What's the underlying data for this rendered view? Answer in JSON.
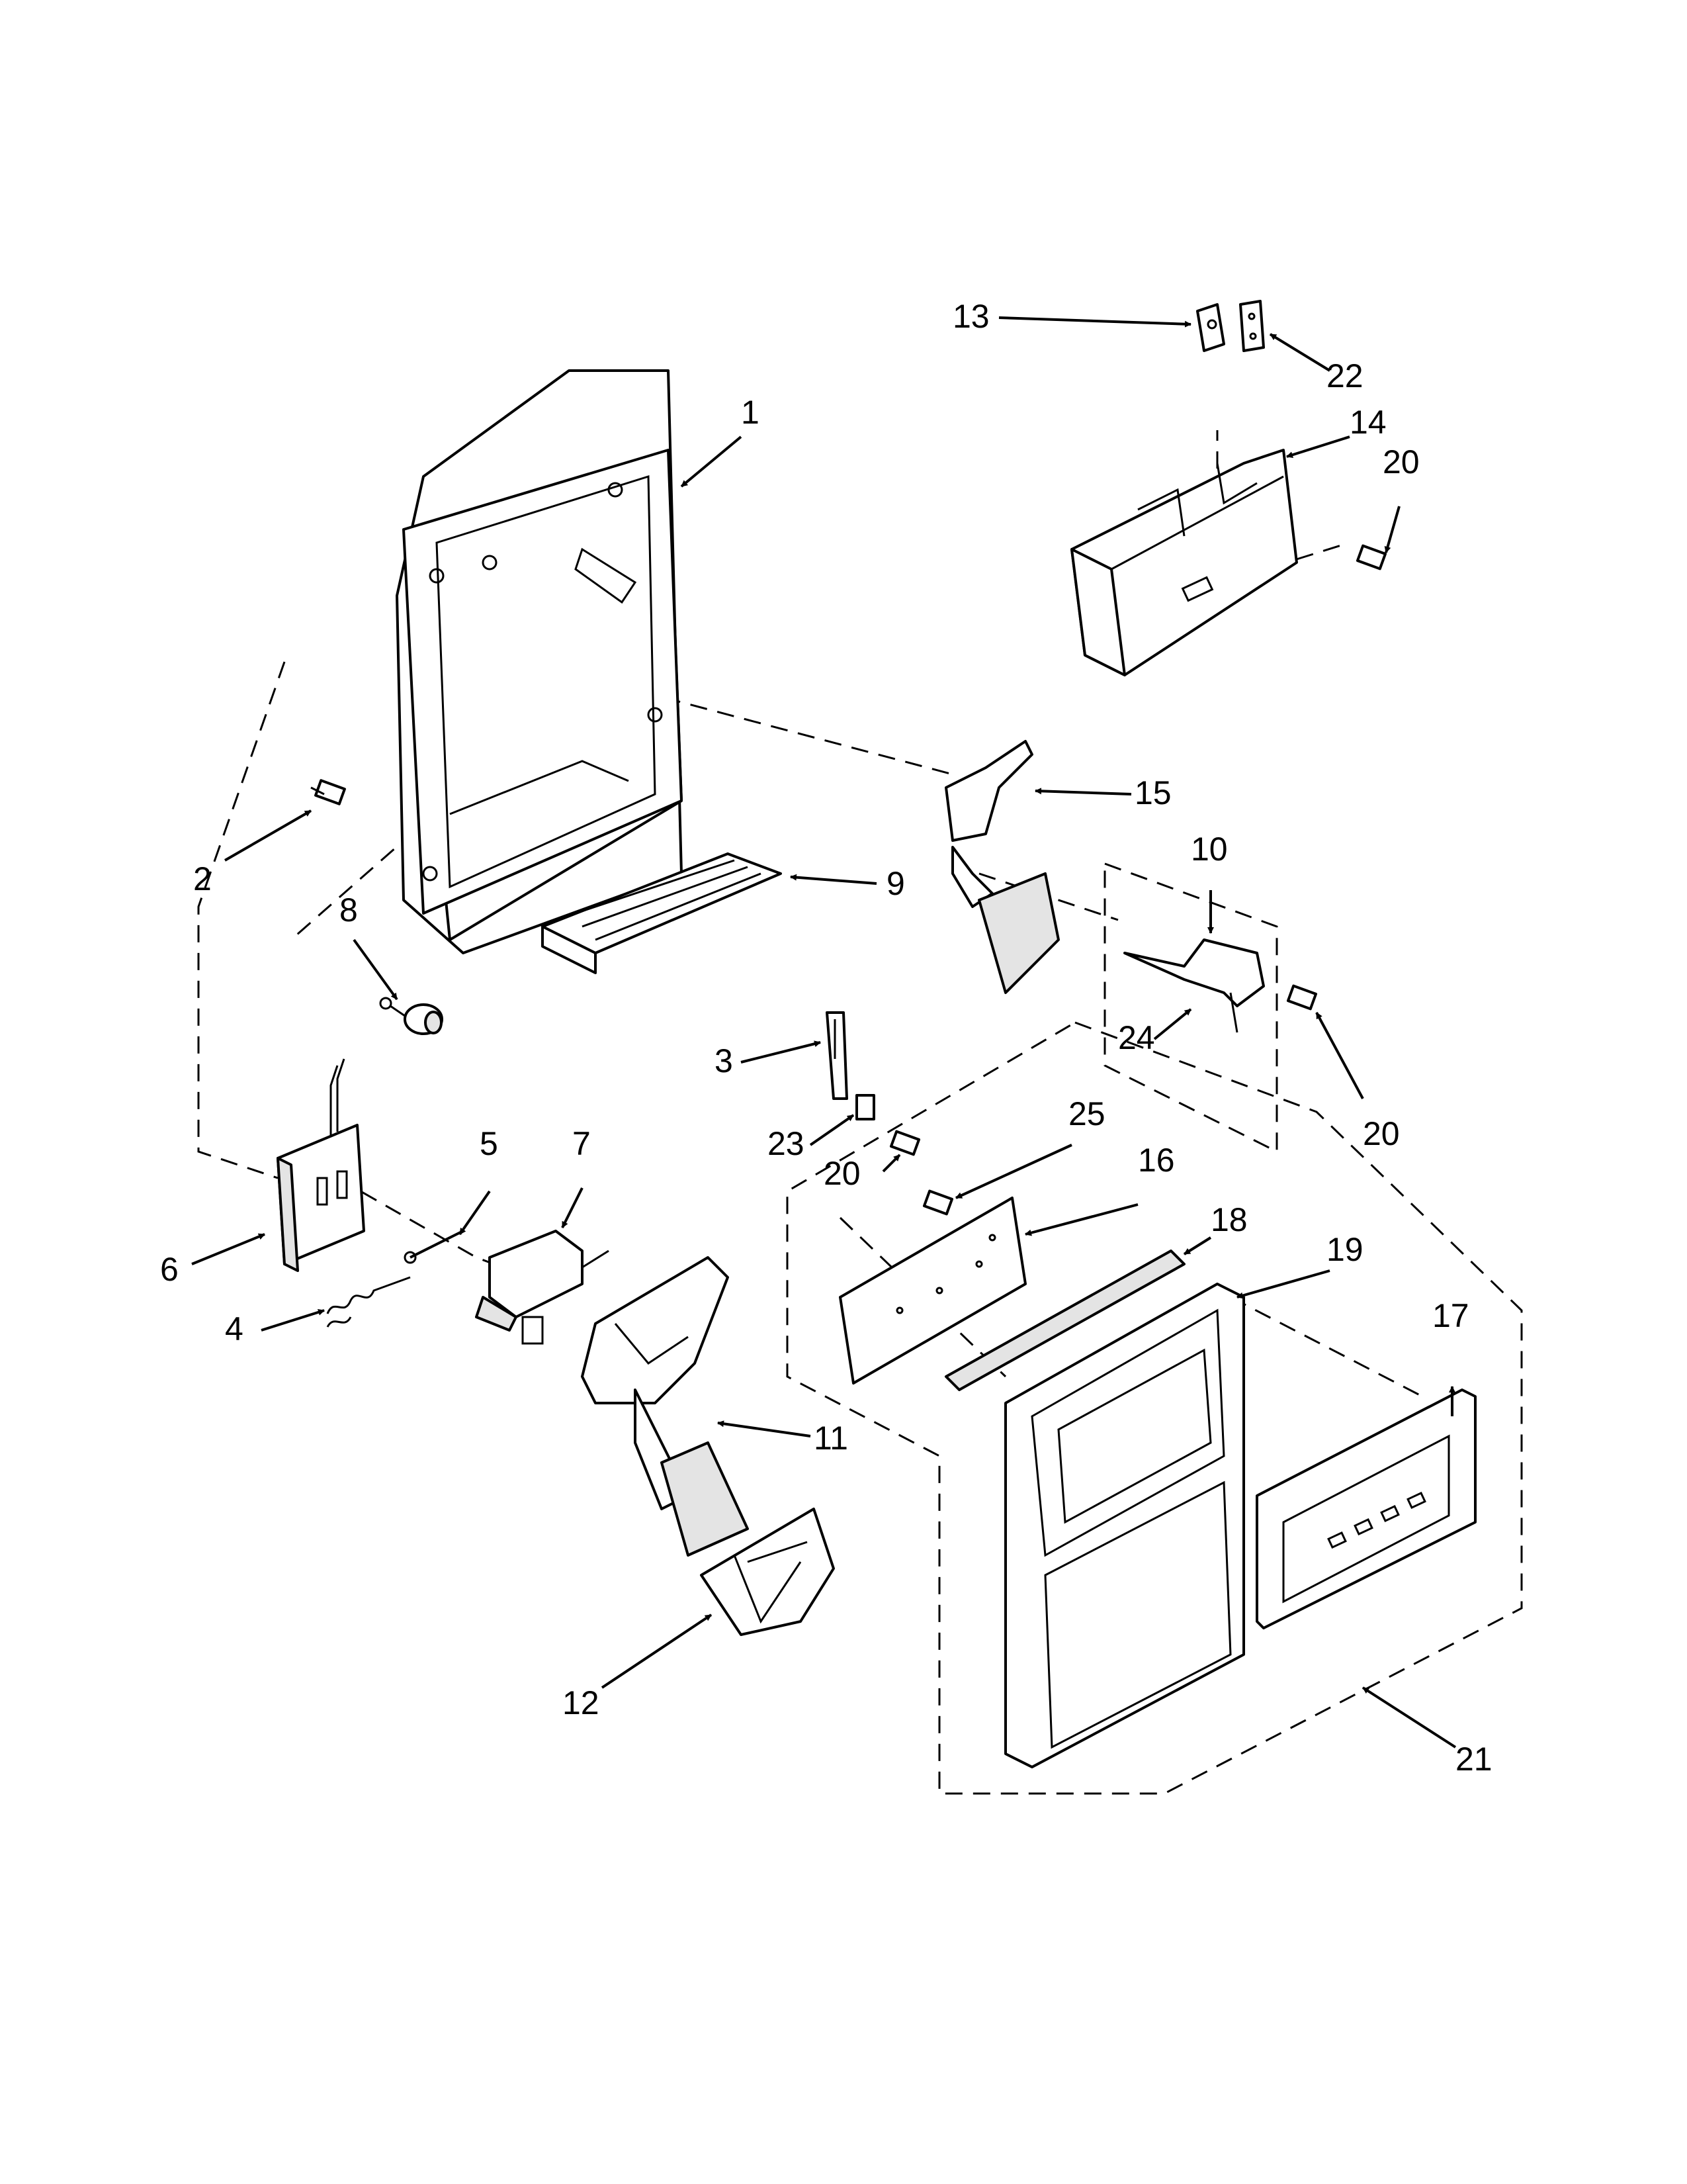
{
  "callouts": [
    {
      "id": "label-1",
      "text": "1"
    },
    {
      "id": "label-2",
      "text": "2"
    },
    {
      "id": "label-3",
      "text": "3"
    },
    {
      "id": "label-4",
      "text": "4"
    },
    {
      "id": "label-5",
      "text": "5"
    },
    {
      "id": "label-6",
      "text": "6"
    },
    {
      "id": "label-7",
      "text": "7"
    },
    {
      "id": "label-8",
      "text": "8"
    },
    {
      "id": "label-9",
      "text": "9"
    },
    {
      "id": "label-10",
      "text": "10"
    },
    {
      "id": "label-11",
      "text": "11"
    },
    {
      "id": "label-12",
      "text": "12"
    },
    {
      "id": "label-13",
      "text": "13"
    },
    {
      "id": "label-14",
      "text": "14"
    },
    {
      "id": "label-15",
      "text": "15"
    },
    {
      "id": "label-16",
      "text": "16"
    },
    {
      "id": "label-17",
      "text": "17"
    },
    {
      "id": "label-18",
      "text": "18"
    },
    {
      "id": "label-19",
      "text": "19"
    },
    {
      "id": "label-20a",
      "text": "20"
    },
    {
      "id": "label-20b",
      "text": "20"
    },
    {
      "id": "label-20c",
      "text": "20"
    },
    {
      "id": "label-21",
      "text": "21"
    },
    {
      "id": "label-22",
      "text": "22"
    },
    {
      "id": "label-23",
      "text": "23"
    },
    {
      "id": "label-24",
      "text": "24"
    },
    {
      "id": "label-25",
      "text": "25"
    }
  ]
}
